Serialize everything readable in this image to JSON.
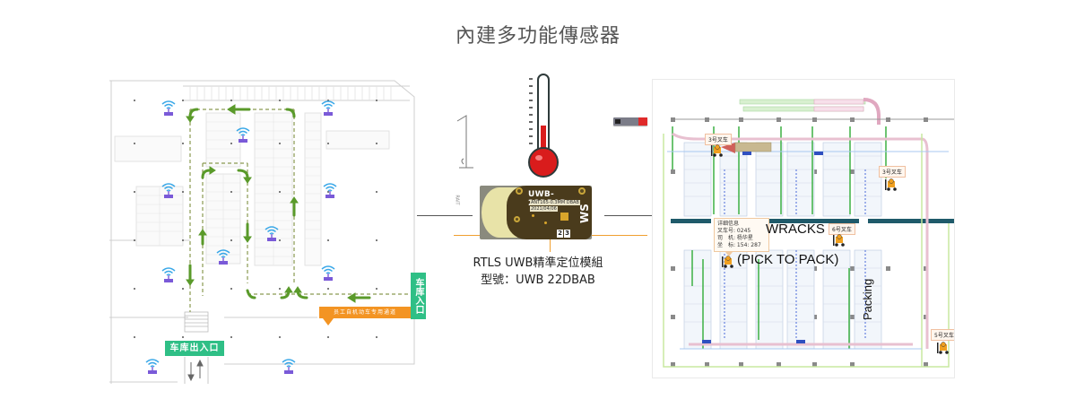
{
  "title": "內建多功能傳感器",
  "left_map": {
    "exit_label": "车库出入口",
    "entry_label": "车库入口",
    "lane_label": "员工自机动车专用通道",
    "anchor_icon": "wifi-anchor-icon",
    "anchor_count": 11
  },
  "sensor": {
    "thermometer_icon": "thermometer-icon",
    "module_model": "UWB-22DBAB",
    "module_sub1": "ANT165-0.3MM DBAB",
    "module_sub2": "2021/04/06",
    "module_logo": "WS",
    "pin_labels": [
      "2",
      "3"
    ],
    "side_text": "RAIT",
    "caption_line1": "RTLS UWB精準定位模組",
    "caption_line2": "型號：UWB 22DBAB",
    "colors": {
      "connector_gray": "#555555",
      "connector_orange": "#f0a030"
    }
  },
  "right_map": {
    "wracks_label": "WRACKS",
    "pick_label": "(PICK TO PACK)",
    "packing_label": "Packing",
    "tooltip": {
      "title": "详细信息",
      "line1": "叉车号: 0245",
      "line2": "司　机: 杨华星",
      "line3": "坐　标: 154: 287"
    },
    "forklift_tags": [
      "3号叉车",
      "3号叉车",
      "6号叉车",
      "5号叉车"
    ]
  },
  "colors": {
    "green_label": "#2fbf86",
    "orange_label": "#f39423",
    "route_arrow": "#5a9a2a",
    "wifi_blue": "#3aa8e8",
    "anchor_purple": "#7a5ad8"
  }
}
